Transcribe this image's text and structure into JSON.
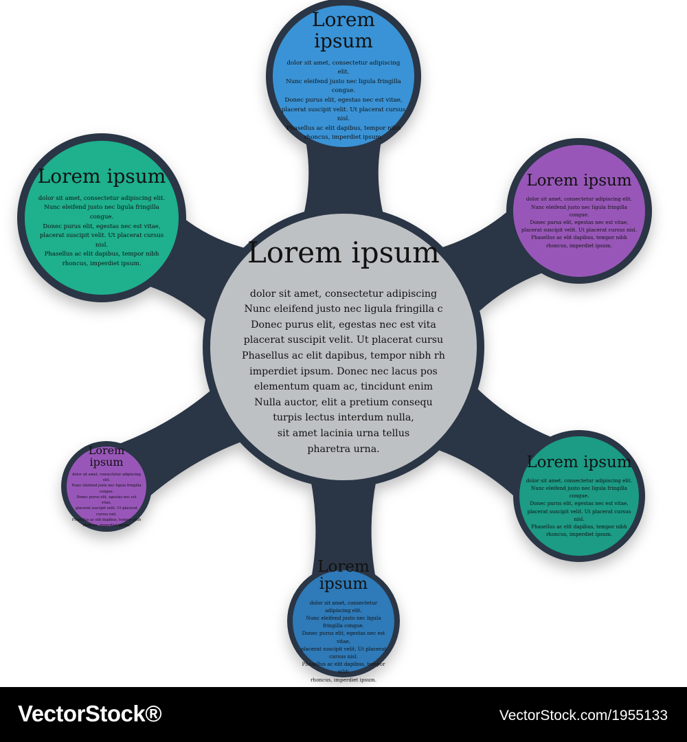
{
  "colors": {
    "network": "#2b3645",
    "center": "#bec1c3",
    "blue": "#3a93d6",
    "teal": "#1fb08d",
    "purple": "#9857b8",
    "dark_teal": "#1c9b85",
    "deep_blue": "#2f7ab8",
    "footer": "#000000"
  },
  "center": {
    "title": "Lorem ipsum",
    "body": "dolor sit amet, consectetur adipiscing\nNunc eleifend justo nec ligula fringilla c\nDonec purus elit, egestas nec est vita\nplacerat suscipit velit. Ut placerat cursu\nPhasellus ac elit dapibus, tempor nibh rh\nimperdiet ipsum. Donec nec lacus pos\nelementum quam ac, tincidunt enim\nNulla auctor, elit a pretium consequ\nturpis lectus interdum nulla,\nsit amet lacinia urna tellus\npharetra urna."
  },
  "satellites": [
    {
      "id": "top",
      "color": "blue",
      "title": "Lorem ipsum",
      "body": "dolor sit amet, consectetur adipiscing elit.\nNunc eleifend justo nec ligula fringilla congue.\nDonec purus elit, egestas nec est vitae,\nplacerat suscipit velit. Ut placerat cursus nisl.\nPhasellus ac elit dapibus, tempor nibh\nrhoncus, imperdiet ipsum."
    },
    {
      "id": "upper-left",
      "color": "teal",
      "title": "Lorem ipsum",
      "body": "dolor sit amet, consectetur adipiscing elit.\nNunc eleifend justo nec ligula fringilla congue.\nDonec purus elit, egestas nec est vitae,\nplacerat suscipit velit. Ut placerat cursus nisl.\nPhasellus ac elit dapibus, tempor nibh\nrhoncus, imperdiet ipsum."
    },
    {
      "id": "upper-right",
      "color": "purple",
      "title": "Lorem ipsum",
      "body": "dolor sit amet, consectetur adipiscing elit.\nNunc eleifend justo nec ligula fringilla congue.\nDonec purus elit, egestas nec est vitae,\nplacerat suscipit velit. Ut placerat cursus nisl.\nPhasellus ac elit dapibus, tempor nibh\nrhoncus, imperdiet ipsum."
    },
    {
      "id": "lower-right",
      "color": "dark_teal",
      "title": "Lorem ipsum",
      "body": "dolor sit amet, consectetur adipiscing elit.\nNunc eleifend justo nec ligula fringilla congue.\nDonec purus elit, egestas nec est vitae,\nplacerat suscipit velit. Ut placerat cursus nisl.\nPhasellus ac elit dapibus, tempor nibh\nrhoncus, imperdiet ipsum."
    },
    {
      "id": "bottom",
      "color": "deep_blue",
      "title": "Lorem ipsum",
      "body": "dolor sit amet, consectetur adipiscing elit.\nNunc eleifend justo nec ligula fringilla congue.\nDonec purus elit, egestas nec est vitae,\nplacerat suscipit velit. Ut placerat cursus nisl.\nPhasellus ac elit dapibus, tempor nibh\nrhoncus, imperdiet ipsum."
    },
    {
      "id": "lower-left",
      "color": "purple",
      "title": "Lorem ipsum",
      "body": "dolor sit amet, consectetur adipiscing elit.\nNunc eleifend justo nec ligula fringilla congue.\nDonec purus elit, egestas nec est vitae,\nplacerat suscipit velit. Ut placerat cursus nisl.\nPhasellus ac elit dapibus, tempor nibh\nrhoncus, imperdiet ipsum."
    }
  ],
  "footer": {
    "brand": "VectorStock®",
    "image_id": "VectorStock.com/1955133"
  }
}
